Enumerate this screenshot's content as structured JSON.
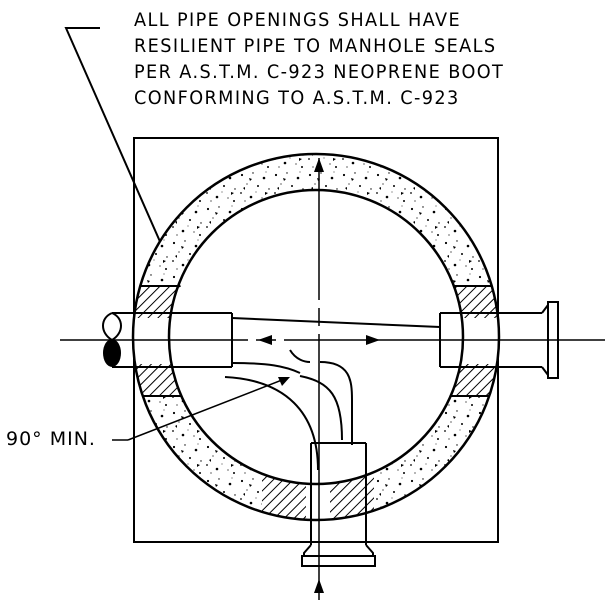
{
  "general_note": {
    "lines": [
      "ALL PIPE OPENINGS SHALL HAVE",
      "RESILIENT PIPE TO MANHOLE SEALS",
      "PER A.S.T.M. C-923 NEOPRENE BOOT",
      "CONFORMING TO A.S.T.M. C-923"
    ]
  },
  "callouts": {
    "angle_label": "90° MIN."
  }
}
